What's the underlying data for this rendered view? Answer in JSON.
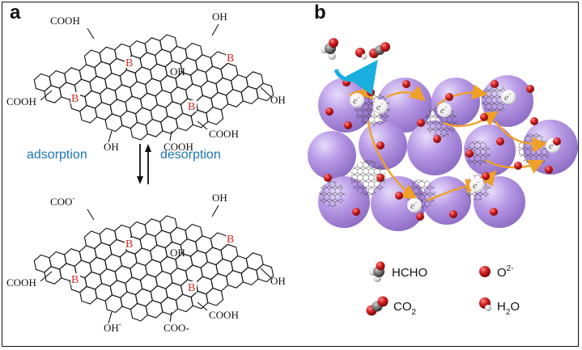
{
  "panel_a": {
    "letter": "a",
    "top_molecule": {
      "labels": [
        "COOH",
        "OH",
        "COOH",
        "OH",
        "OH",
        "COOH",
        "COOH",
        "OH"
      ],
      "boron": [
        "B",
        "B",
        "B",
        "B"
      ]
    },
    "bottom_molecule": {
      "labels": [
        "COO",
        "OH",
        "COOH",
        "OH",
        "OH",
        "COOH",
        "COO-",
        "OH"
      ],
      "sup_minus": "-",
      "boron": [
        "B",
        "B",
        "B",
        "B"
      ]
    },
    "arrow_left_label": "adsorption",
    "arrow_right_label": "desorption"
  },
  "panel_b": {
    "letter": "b",
    "electron_label": "e",
    "electron_sup": "-",
    "legend": {
      "hcho": "HCHO",
      "o2": "O",
      "o2_sup": "2-",
      "co2": "CO",
      "co2_sub": "2",
      "h2o": "H",
      "h2o_sub": "2",
      "h2o_tail": "O"
    },
    "colors": {
      "sphere": "#b89ae6",
      "oxygen": "#c81e1e",
      "arrow": "#f0a028",
      "curved_arrow": "#19aee0",
      "label_blue": "#1a75b8",
      "boron": "#d42a2a"
    }
  }
}
